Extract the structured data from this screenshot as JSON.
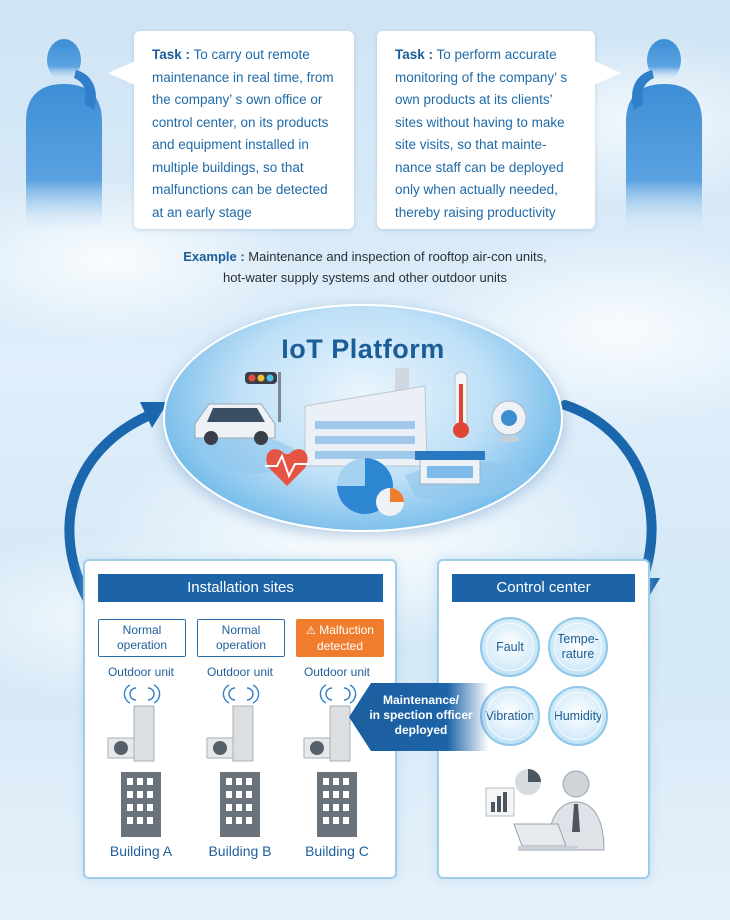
{
  "tasks": {
    "left": {
      "label": "Task :",
      "text": " To carry out remote maintenance in real time, from the company’ s own office or control center, on its products and equipment installed in multiple buildings, so that malfunctions can be detected at an early stage"
    },
    "right": {
      "label": "Task :",
      "text": " To perform accurate monitoring of the company’ s own products at its clients’ sites without having to make site visits, so that mainte-nance staff can be deployed only when actually needed, thereby raising productivity"
    }
  },
  "example": {
    "label": "Example :",
    "line1": " Maintenance and inspection of rooftop air-con units,",
    "line2": "hot-water supply systems and other outdoor units"
  },
  "platform": {
    "title": "IoT Platform"
  },
  "installation": {
    "header": "Installation sites",
    "sites": [
      {
        "status_line1": "Normal",
        "status_line2": "operation",
        "unit_label": "Outdoor unit",
        "building": "Building A"
      },
      {
        "status_line1": "Normal",
        "status_line2": "operation",
        "unit_label": "Outdoor unit",
        "building": "Building B"
      },
      {
        "status_line1": "Malfuction",
        "status_line2": "detected",
        "unit_label": "Outdoor unit",
        "building": "Building C"
      }
    ]
  },
  "officer": {
    "line1": "Maintenance/",
    "line2": "in spection officer",
    "line3": "deployed"
  },
  "control": {
    "header": "Control center",
    "metrics": [
      {
        "line1": "Fault",
        "line2": ""
      },
      {
        "line1": "Tempe-",
        "line2": "rature"
      },
      {
        "line1": "Vibration",
        "line2": ""
      },
      {
        "line1": "Humidity",
        "line2": ""
      }
    ]
  },
  "colors": {
    "primary_blue": "#1c63a8",
    "text_blue": "#1f6aa8",
    "alert_orange": "#ef7d2d",
    "arrow_blue": "#1b67ad"
  }
}
